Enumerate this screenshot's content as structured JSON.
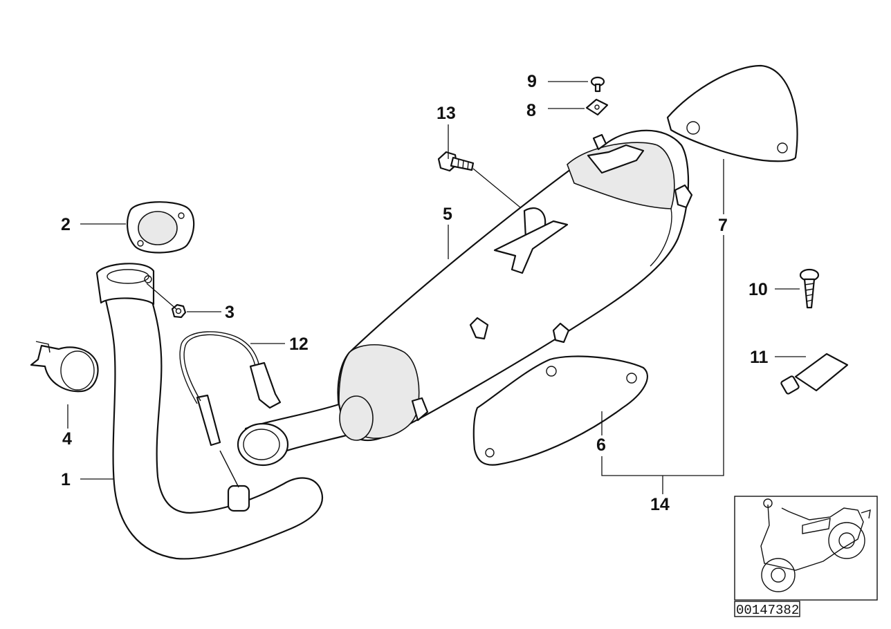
{
  "diagram": {
    "callouts": {
      "c1": "1",
      "c2": "2",
      "c3": "3",
      "c4": "4",
      "c5": "5",
      "c6": "6",
      "c7": "7",
      "c8": "8",
      "c9": "9",
      "c10": "10",
      "c11": "11",
      "c12": "12",
      "c13": "13",
      "c14": "14"
    },
    "reference_number": "00147382"
  }
}
